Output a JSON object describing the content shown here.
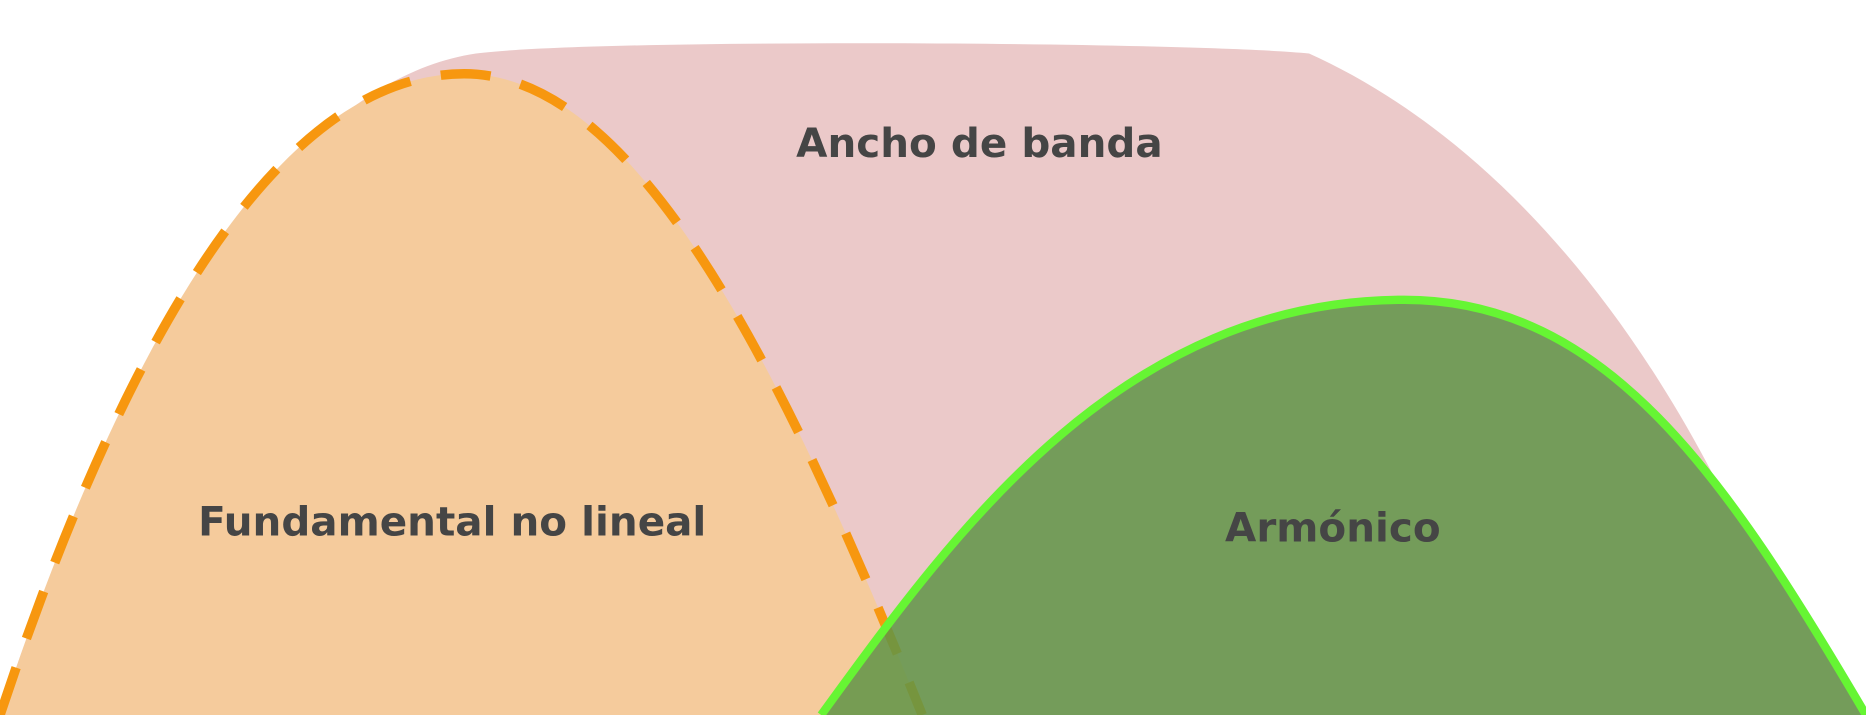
{
  "labels": {
    "bandwidth": "Ancho de banda",
    "fundamental": "Fundamental no lineal",
    "harmonic": "Armónico"
  },
  "colors": {
    "bandwidth_fill": "#ebc9c9",
    "fundamental_fill": "#f5cb9c",
    "fundamental_stroke": "#f7970f",
    "harmonic_fill": "#6f9f5a",
    "harmonic_stroke": "#66f533",
    "text": "#454545"
  }
}
